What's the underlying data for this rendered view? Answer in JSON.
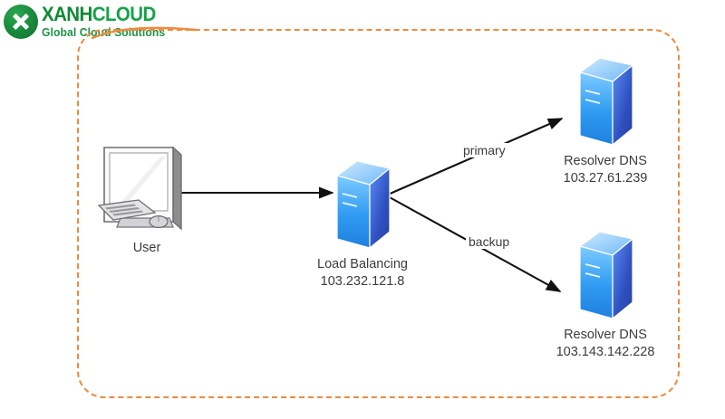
{
  "brand": {
    "badge_icon": "x-mark-icon",
    "name_part1": "XANH",
    "name_part2": "CLOUD",
    "tagline": "Global Cloud Solutions",
    "color_primary": "#0d8a33",
    "color_secondary": "#16a34a"
  },
  "frame": {
    "border_color": "#f08a3c",
    "style": "dashed-rounded"
  },
  "diagram": {
    "type": "network-topology",
    "nodes": [
      {
        "id": "user",
        "icon": "desktop-computer-icon",
        "label": "User",
        "sublabel": ""
      },
      {
        "id": "load-balancer",
        "icon": "server-icon",
        "label": "Load Balancing",
        "sublabel": "103.232.121.8"
      },
      {
        "id": "resolver-dns-primary",
        "icon": "server-icon",
        "label": "Resolver DNS",
        "sublabel": "103.27.61.239"
      },
      {
        "id": "resolver-dns-backup",
        "icon": "server-icon",
        "label": "Resolver DNS",
        "sublabel": "103.143.142.228"
      }
    ],
    "edges": [
      {
        "id": "user-to-lb",
        "from": "user",
        "to": "load-balancer",
        "label": ""
      },
      {
        "id": "lb-to-primary",
        "from": "load-balancer",
        "to": "resolver-dns-primary",
        "label": "primary"
      },
      {
        "id": "lb-to-backup",
        "from": "load-balancer",
        "to": "resolver-dns-backup",
        "label": "backup"
      }
    ],
    "arrow_color": "#111111"
  }
}
